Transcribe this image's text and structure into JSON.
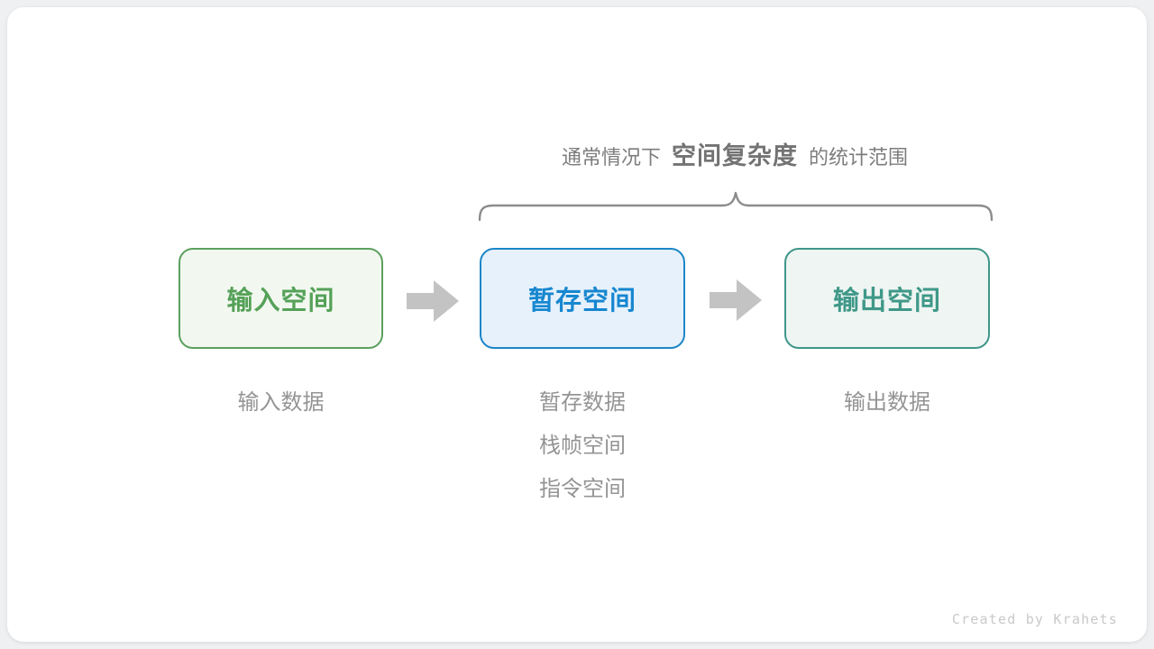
{
  "caption": {
    "prefix": "通常情况下",
    "highlight": "空间复杂度",
    "suffix": "的统计范围"
  },
  "flow": {
    "nodes": [
      {
        "id": "input-space",
        "label": "输入空间"
      },
      {
        "id": "temp-space",
        "label": "暂存空间"
      },
      {
        "id": "output-space",
        "label": "输出空间"
      }
    ],
    "arrows": [
      {
        "from": "input-space",
        "to": "temp-space"
      },
      {
        "from": "temp-space",
        "to": "output-space"
      }
    ]
  },
  "annotations": {
    "input_items": [
      "输入数据"
    ],
    "temp_items": [
      "暂存数据",
      "栈帧空间",
      "指令空间"
    ],
    "output_items": [
      "输出数据"
    ]
  },
  "colors": {
    "input_border": "#5ca05e",
    "input_bg": "#f2f8f0",
    "input_text": "#55a158",
    "temp_border": "#1c86c8",
    "temp_bg": "#e6f1fb",
    "temp_text": "#1787d0",
    "output_border": "#3f968a",
    "output_bg": "#eef5f2",
    "output_text": "#3f9888",
    "arrow": "#c3c3c3",
    "brace": "#8c8c8c",
    "caption_text": "#7d7d7d",
    "sublabel_text": "#949494",
    "watermark_text": "#c9c9c9"
  },
  "footer": {
    "watermark": "Created by Krahets"
  }
}
